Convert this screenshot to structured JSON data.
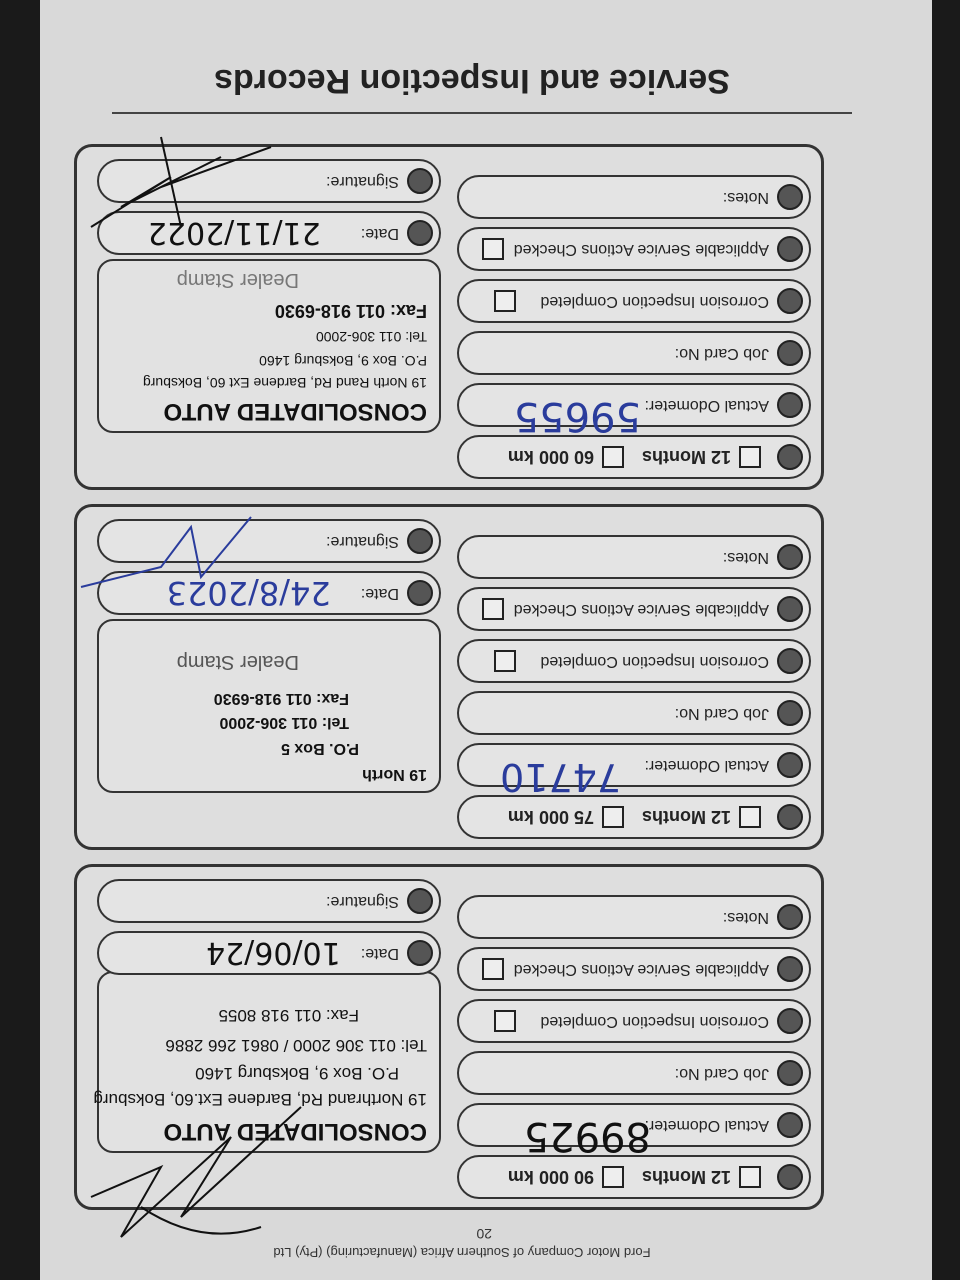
{
  "document": {
    "title": "Service and Inspection Records",
    "footer": "Ford Motor Company of Southern Africa (Manufacturing) (Pty) Ltd",
    "page_number": "20"
  },
  "labels": {
    "months": "12 Months",
    "actual_odometer": "Actual Odometer:",
    "job_card": "Job Card No:",
    "corrosion": "Corrosion Inspection Completed",
    "applicable": "Applicable Service Actions Checked",
    "notes": "Notes:",
    "date": "Date:",
    "signature": "Signature:",
    "dealer_stamp": "Dealer Stamp"
  },
  "records": [
    {
      "km": "60 000 km",
      "odometer": "59655",
      "date": "21/11/2022",
      "stamp": [
        "CONSOLIDATED AUTO",
        "19 North Rand Rd, Bardene Ext 60, Boksburg",
        "P.O. Box 9, Boksburg 1460",
        "Tel: 011 306-2000",
        "Fax: 011 918-6930"
      ]
    },
    {
      "km": "75 000 km",
      "odometer": "74710",
      "date": "24/8/2023",
      "stamp": [
        "19 North",
        "P.O. Box 5",
        "Tel: 011 306-2000",
        "Fax: 011 918-6930"
      ]
    },
    {
      "km": "90 000 km",
      "odometer": "89925",
      "date": "10/06/24",
      "stamp": [
        "CONSOLIDATED AUTO",
        "19 Northrand Rd, Bardene Ext.60, Boksburg",
        "P.O. Box 9, Boksburg 1460",
        "Tel: 011 306 2000 / 0861 266 2886",
        "Fax: 011 918 8055"
      ]
    }
  ]
}
